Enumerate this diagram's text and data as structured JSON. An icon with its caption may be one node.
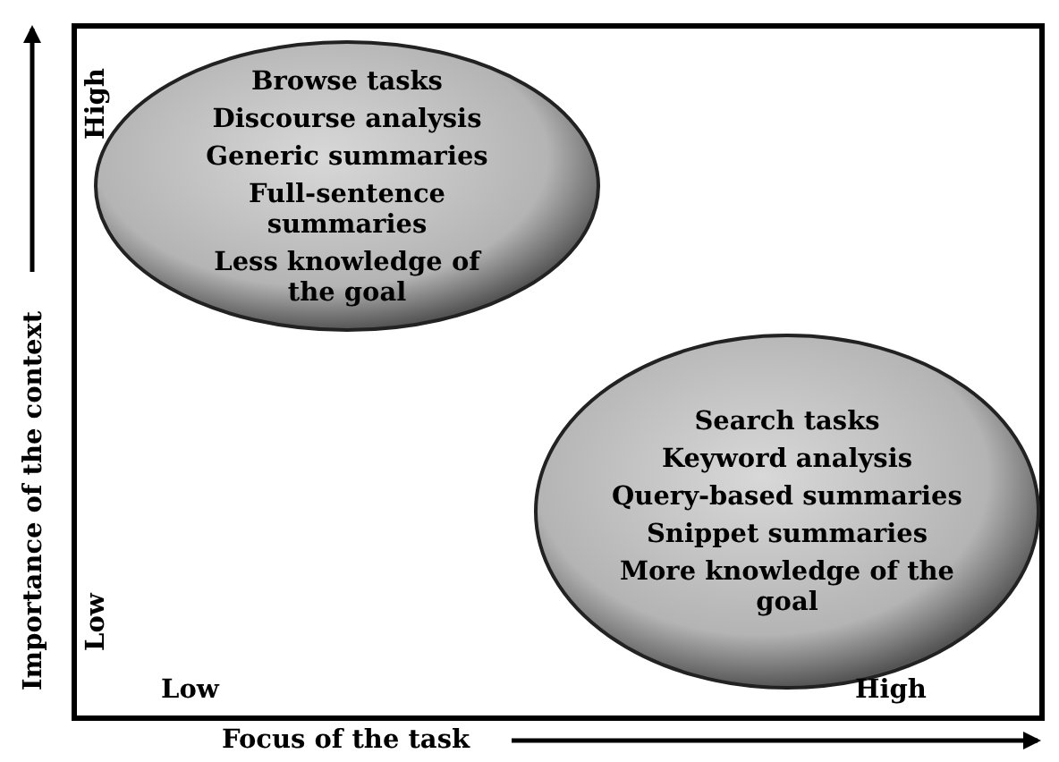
{
  "diagram": {
    "nodes": [
      {
        "text": [
          "Browse tasks",
          "Discourse analysis",
          "Generic summaries",
          "Full-sentence summaries",
          "Less knowledge of the goal"
        ]
      },
      {
        "text": [
          "Search tasks",
          "Keyword analysis",
          "Query-based summaries",
          "Snippet summaries",
          "More knowledge of the goal"
        ]
      }
    ],
    "edges": [],
    "labels": [
      "High",
      "Importance of the context",
      "Low",
      "Low",
      "High",
      "Focus of the task"
    ]
  }
}
